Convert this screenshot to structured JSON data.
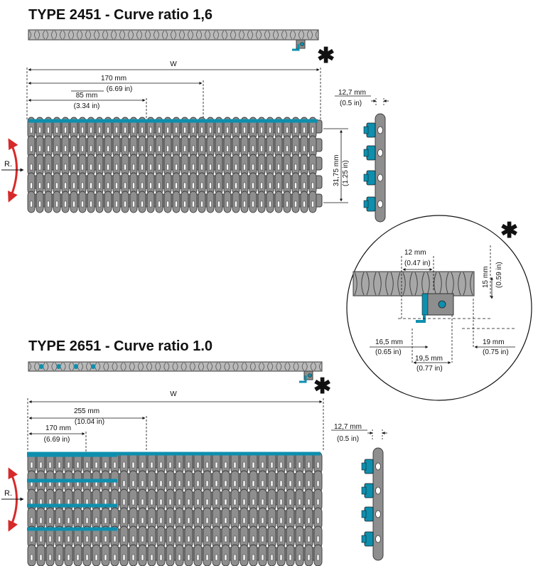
{
  "colors": {
    "belt_fill": "#8e8e8e",
    "belt_dark": "#3c3c3c",
    "accent_blue": "#0e8fae",
    "curve_arrow": "#d62a2a",
    "line": "#111111"
  },
  "type2451": {
    "title": "TYPE 2451 - Curve ratio 1,6",
    "w_label": "W",
    "dim_170_mm": "170 mm",
    "dim_170_in": "(6.69 in)",
    "dim_85_mm": "85 mm",
    "dim_85_in": "(3.34 in)",
    "pitch_mm": "12,7 mm",
    "pitch_in": "(0.5 in)",
    "height_mm": "31,75 mm",
    "height_in": "(1.25 in)",
    "radius_label": "R.",
    "asterisk": "✱"
  },
  "type2651": {
    "title": "TYPE 2651 - Curve ratio 1.0",
    "w_label": "W",
    "dim_255_mm": "255 mm",
    "dim_255_in": "(10.04 in)",
    "dim_170_mm": "170 mm",
    "dim_170_in": "(6.69 in)",
    "pitch_mm": "12,7 mm",
    "pitch_in": "(0.5 in)",
    "radius_label": "R.",
    "asterisk": "✱"
  },
  "detail": {
    "asterisk": "✱",
    "dim_12_mm": "12 mm",
    "dim_12_in": "(0.47 in)",
    "dim_15_mm": "15 mm",
    "dim_15_in": "(0.59 in)",
    "dim_165_mm": "16,5 mm",
    "dim_165_in": "(0.65 in)",
    "dim_195_mm": "19,5 mm",
    "dim_195_in": "(0.77 in)",
    "dim_19_mm": "19 mm",
    "dim_19_in": "(0.75 in)"
  }
}
